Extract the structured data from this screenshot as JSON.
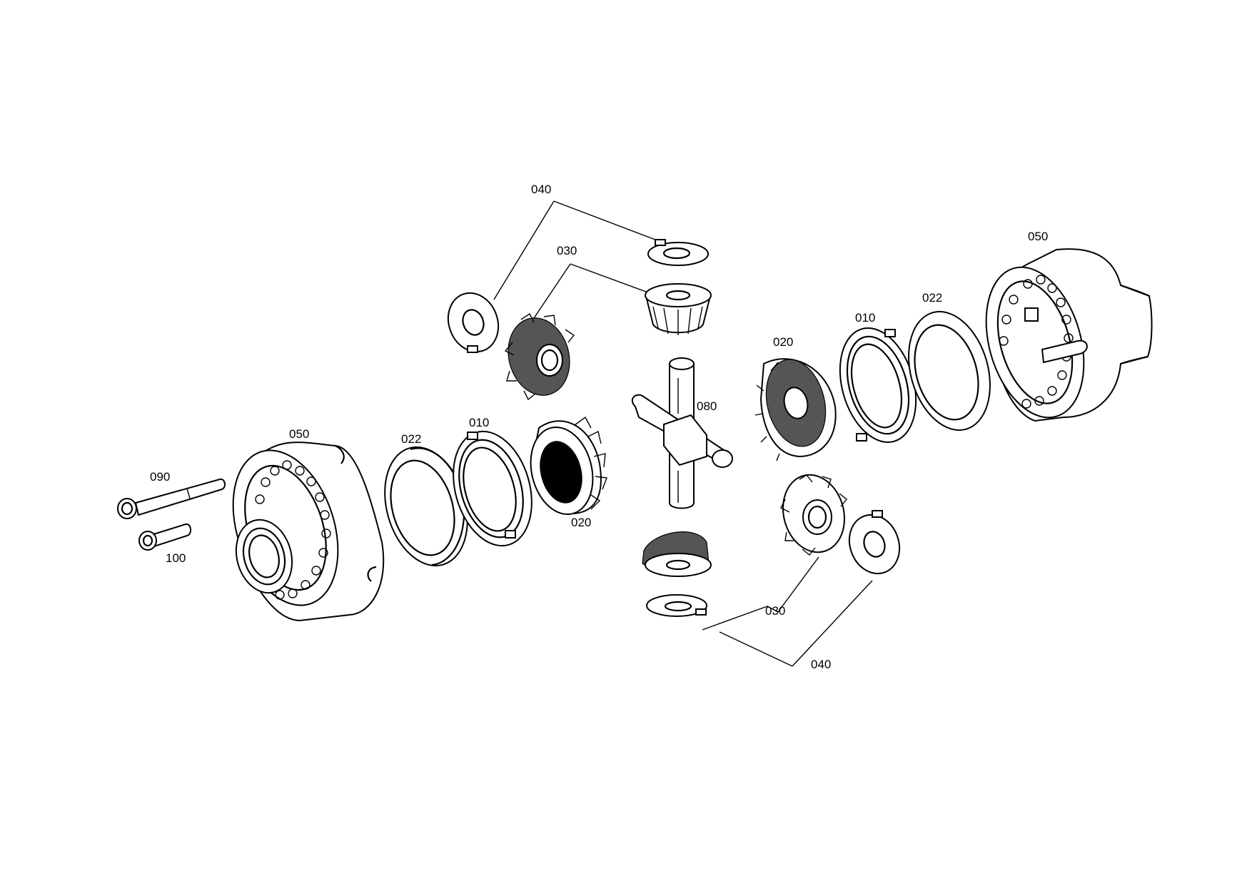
{
  "diagram": {
    "callouts": {
      "top_040": "040",
      "top_030": "030",
      "right_050": "050",
      "right_022": "022",
      "right_010": "010",
      "right_020": "020",
      "center_080": "080",
      "left_050": "050",
      "left_022": "022",
      "left_010": "010",
      "left_020": "020",
      "bolt_090": "090",
      "bolt_100": "100",
      "bottom_030": "030",
      "bottom_040": "040"
    }
  }
}
